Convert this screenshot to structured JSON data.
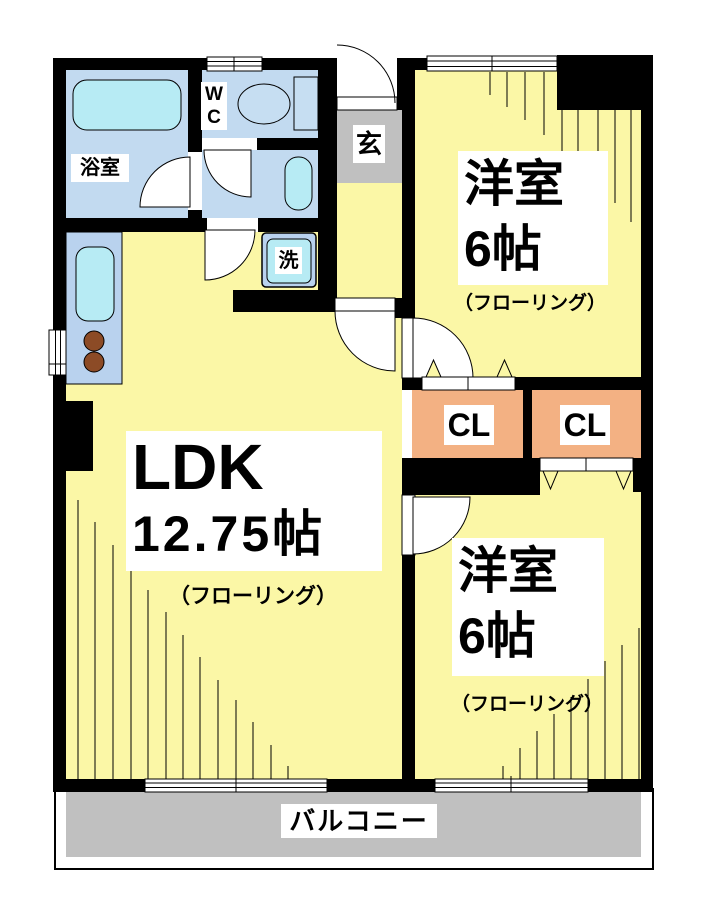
{
  "rooms": {
    "bathroom": {
      "label": "浴室"
    },
    "wc": {
      "line1": "W",
      "line2": "C"
    },
    "entrance": {
      "label": "玄"
    },
    "laundry": {
      "label": "洗"
    },
    "bedroom_top": {
      "name": "洋室",
      "size": "6帖",
      "floor": "（フローリング）"
    },
    "bedroom_bottom": {
      "name": "洋室",
      "size": "6帖",
      "floor": "（フローリング）"
    },
    "ldk": {
      "name": "LDK",
      "size": "12.75帖",
      "floor": "（フローリング）"
    },
    "closet_left": {
      "label": "CL"
    },
    "closet_right": {
      "label": "CL"
    },
    "balcony": {
      "label": "バルコニー"
    }
  },
  "colors": {
    "wall": "#000000",
    "room_yellow": "#FBF7A6",
    "water_blue": "#C2DAF0",
    "fixture_cyan": "#B7EBF4",
    "unit_blue": "#B9D2EE",
    "closet_orange": "#F3B183",
    "entrance_gray": "#C0C0C0",
    "balcony_gray": "#C0C0C0",
    "burner_brown": "#8C4B26",
    "label_bg": "#FFFFFF",
    "label_text": "#000000"
  }
}
